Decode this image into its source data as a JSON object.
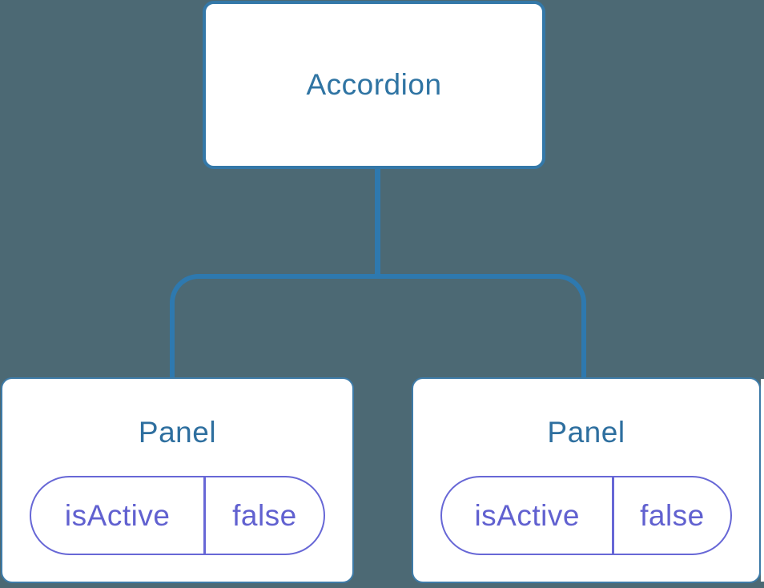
{
  "diagram": {
    "type": "component-tree",
    "background_color": "#4C6974",
    "colors": {
      "bg": "#4C6974",
      "node_bg": "#FFFFFF",
      "node_border": "#3478A8",
      "panel_border": "#3E7BA8",
      "connector": "#2E79AF",
      "root_text": "#2F74A3",
      "panel_text": "#2E6F9F",
      "state_border": "#6767D6",
      "state_text": "#6161D0"
    },
    "root_node": {
      "label": "Accordion"
    },
    "panel_nodes": [
      {
        "label": "Panel",
        "state_key": "isActive",
        "state_value": "false"
      },
      {
        "label": "Panel",
        "state_key": "isActive",
        "state_value": "false"
      }
    ]
  }
}
